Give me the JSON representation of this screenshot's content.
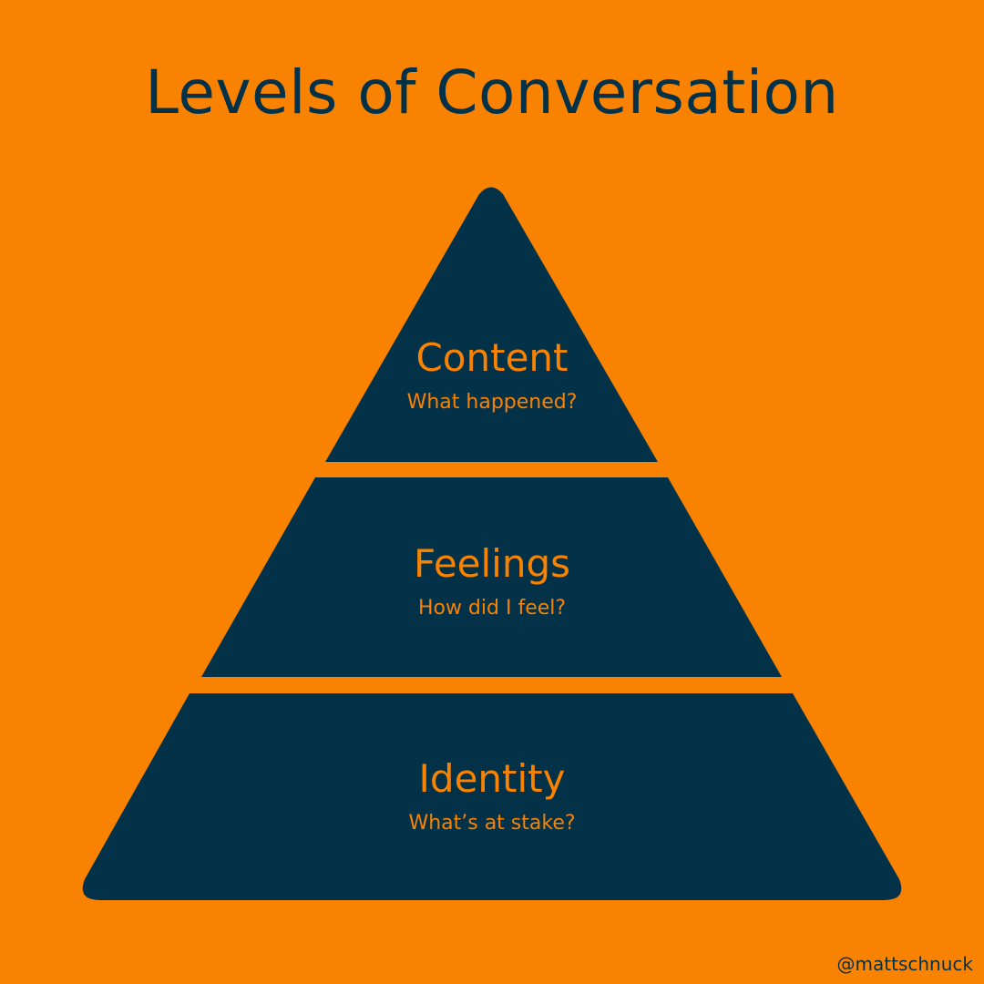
{
  "title": "Levels of Conversation",
  "levels": [
    {
      "name": "Content",
      "question": "What happened?"
    },
    {
      "name": "Feelings",
      "question": "How did I feel?"
    },
    {
      "name": "Identity",
      "question": "What’s at stake?"
    }
  ],
  "handle": "@mattschnuck",
  "colors": {
    "background": "#F98300",
    "pyramid": "#033148",
    "label": "#F98300",
    "handle": "#033148"
  }
}
